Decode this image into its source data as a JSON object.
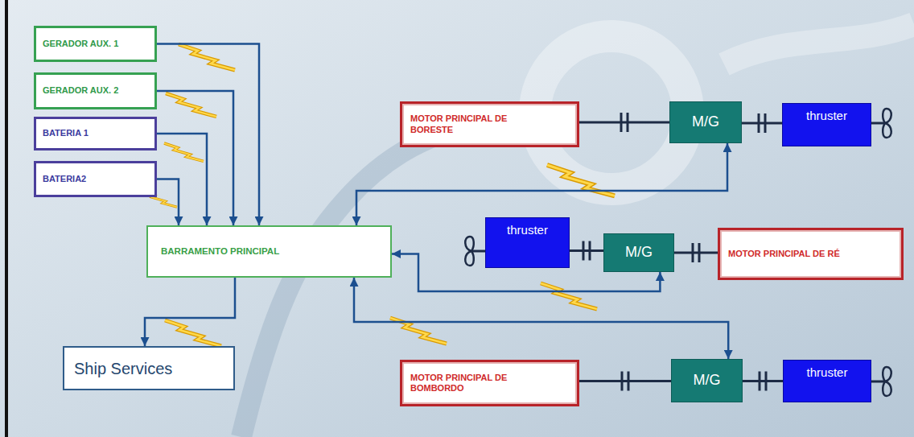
{
  "diagram": {
    "nodes": [
      {
        "text": [
          "GERADOR AUX. 1"
        ]
      },
      {
        "text": [
          "GERADOR AUX. 2"
        ]
      },
      {
        "text": [
          "BATERIA 1"
        ]
      },
      {
        "text": [
          "BATERIA2"
        ]
      },
      {
        "text": [
          "BARRAMENTO PRINCIPAL"
        ]
      },
      {
        "text": [
          "Ship Services"
        ]
      },
      {
        "text": [
          "MOTOR PRINCIPAL DE BORESTE"
        ]
      },
      {
        "text": [
          "M/G"
        ]
      },
      {
        "text": [
          "thruster"
        ]
      },
      {
        "text": [
          "thruster"
        ]
      },
      {
        "text": [
          "M/G"
        ]
      },
      {
        "text": [
          "MOTOR PRINCIPAL DE RÉ"
        ]
      },
      {
        "text": [
          "MOTOR PRINCIPAL DE BOMBORDO"
        ]
      },
      {
        "text": [
          "M/G"
        ]
      },
      {
        "text": [
          "thruster"
        ]
      }
    ],
    "edges": [
      {
        "from": 0,
        "to": 4,
        "arrow": "to"
      },
      {
        "from": 1,
        "to": 4,
        "arrow": "to"
      },
      {
        "from": 2,
        "to": 4,
        "arrow": "to"
      },
      {
        "from": 3,
        "to": 4,
        "arrow": "to"
      },
      {
        "from": 4,
        "to": 5,
        "arrow": "to"
      },
      {
        "from": 7,
        "to": 4,
        "arrow": "both"
      },
      {
        "from": 10,
        "to": 4,
        "arrow": "both"
      },
      {
        "from": 13,
        "to": 4,
        "arrow": "both"
      },
      {
        "from": 6,
        "to": 7,
        "arrow": "none"
      },
      {
        "from": 7,
        "to": 8,
        "arrow": "none"
      },
      {
        "from": 11,
        "to": 10,
        "arrow": "none"
      },
      {
        "from": 10,
        "to": 9,
        "arrow": "none"
      },
      {
        "from": 12,
        "to": 13,
        "arrow": "none"
      },
      {
        "from": 13,
        "to": 14,
        "arrow": "none"
      }
    ]
  }
}
